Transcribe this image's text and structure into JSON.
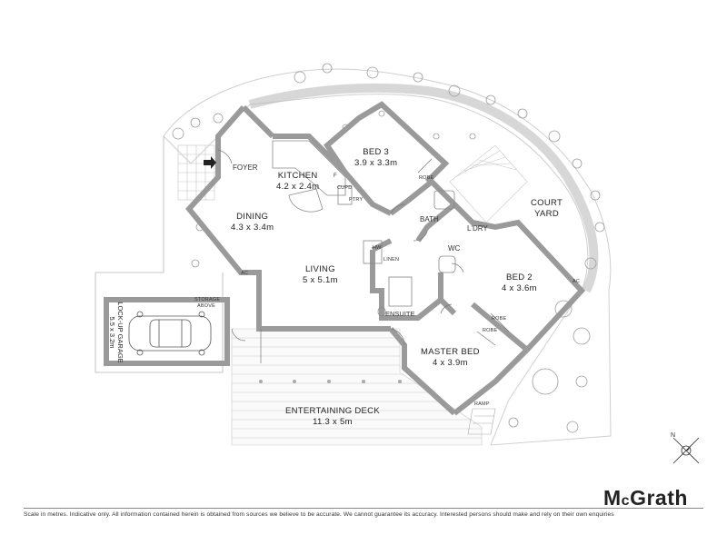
{
  "rooms": {
    "bed3": {
      "name": "BED 3",
      "dims": "3.9 x 3.3m"
    },
    "kitchen": {
      "name": "KITCHEN",
      "dims": "4.2 x 2.4m"
    },
    "dining": {
      "name": "DINING",
      "dims": "4.3 x 3.4m"
    },
    "living": {
      "name": "LIVING",
      "dims": "5 x 5.1m"
    },
    "bed2": {
      "name": "BED 2",
      "dims": "4 x 3.6m"
    },
    "master": {
      "name": "MASTER BED",
      "dims": "4 x 3.9m"
    },
    "deck": {
      "name": "ENTERTAINING DECK",
      "dims": "11.3 x 5m"
    },
    "garage": {
      "name": "LOCK-UP GARAGE",
      "dims": "5.5 x 3.2m"
    }
  },
  "labels": {
    "foyer": "FOYER",
    "court_yard_1": "COURT",
    "court_yard_2": "YARD",
    "bath": "BATH",
    "ldry": "L'DRY",
    "wc": "WC",
    "ensuite": "ENSUITE",
    "robe_bed3": "ROBE",
    "robe_bed2": "ROBE",
    "robe_master": "ROBE",
    "ramp": "RAMP",
    "storage_1": "STORAGE",
    "storage_2": "ABOVE",
    "f": "F",
    "cupd": "CUPD",
    "ptry": "PTRY",
    "ac_dining": "AC",
    "ac_bed2": "AC",
    "hw": "HW",
    "linen": "LINEN"
  },
  "brand": {
    "name_a": "M",
    "name_b": "c",
    "name_c": "Grath"
  },
  "disclaimer": "Scale in metres. Indicative only. All information contained herein is obtained from sources we believe to be accurate. We cannot guarantee its accuracy. Interested persons should make and rely on their own enquiries",
  "compass": {
    "label": "N"
  },
  "colors": {
    "wall": "#9a9a9a",
    "landscape": "#d9d9d9",
    "line": "#555555",
    "brand": "#222222"
  }
}
